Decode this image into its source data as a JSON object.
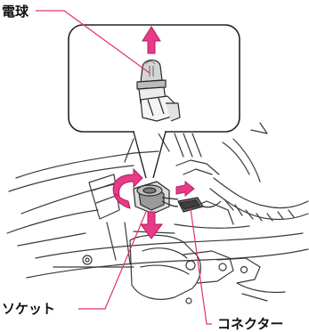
{
  "labels": {
    "bulb": "電球",
    "socket": "ソケット",
    "connector": "コネクター"
  },
  "colors": {
    "leader_line": "#e0317a",
    "arrow_fill": "#e83a86",
    "arrow_outline": "#b01e5c",
    "line_art": "#3a3a3a",
    "background": "#ffffff"
  },
  "icons": {
    "pull_up": "arrow-up-icon",
    "pull_down": "arrow-down-icon",
    "twist": "rotate-arrow-icon",
    "disconnect": "arrow-right-icon"
  }
}
